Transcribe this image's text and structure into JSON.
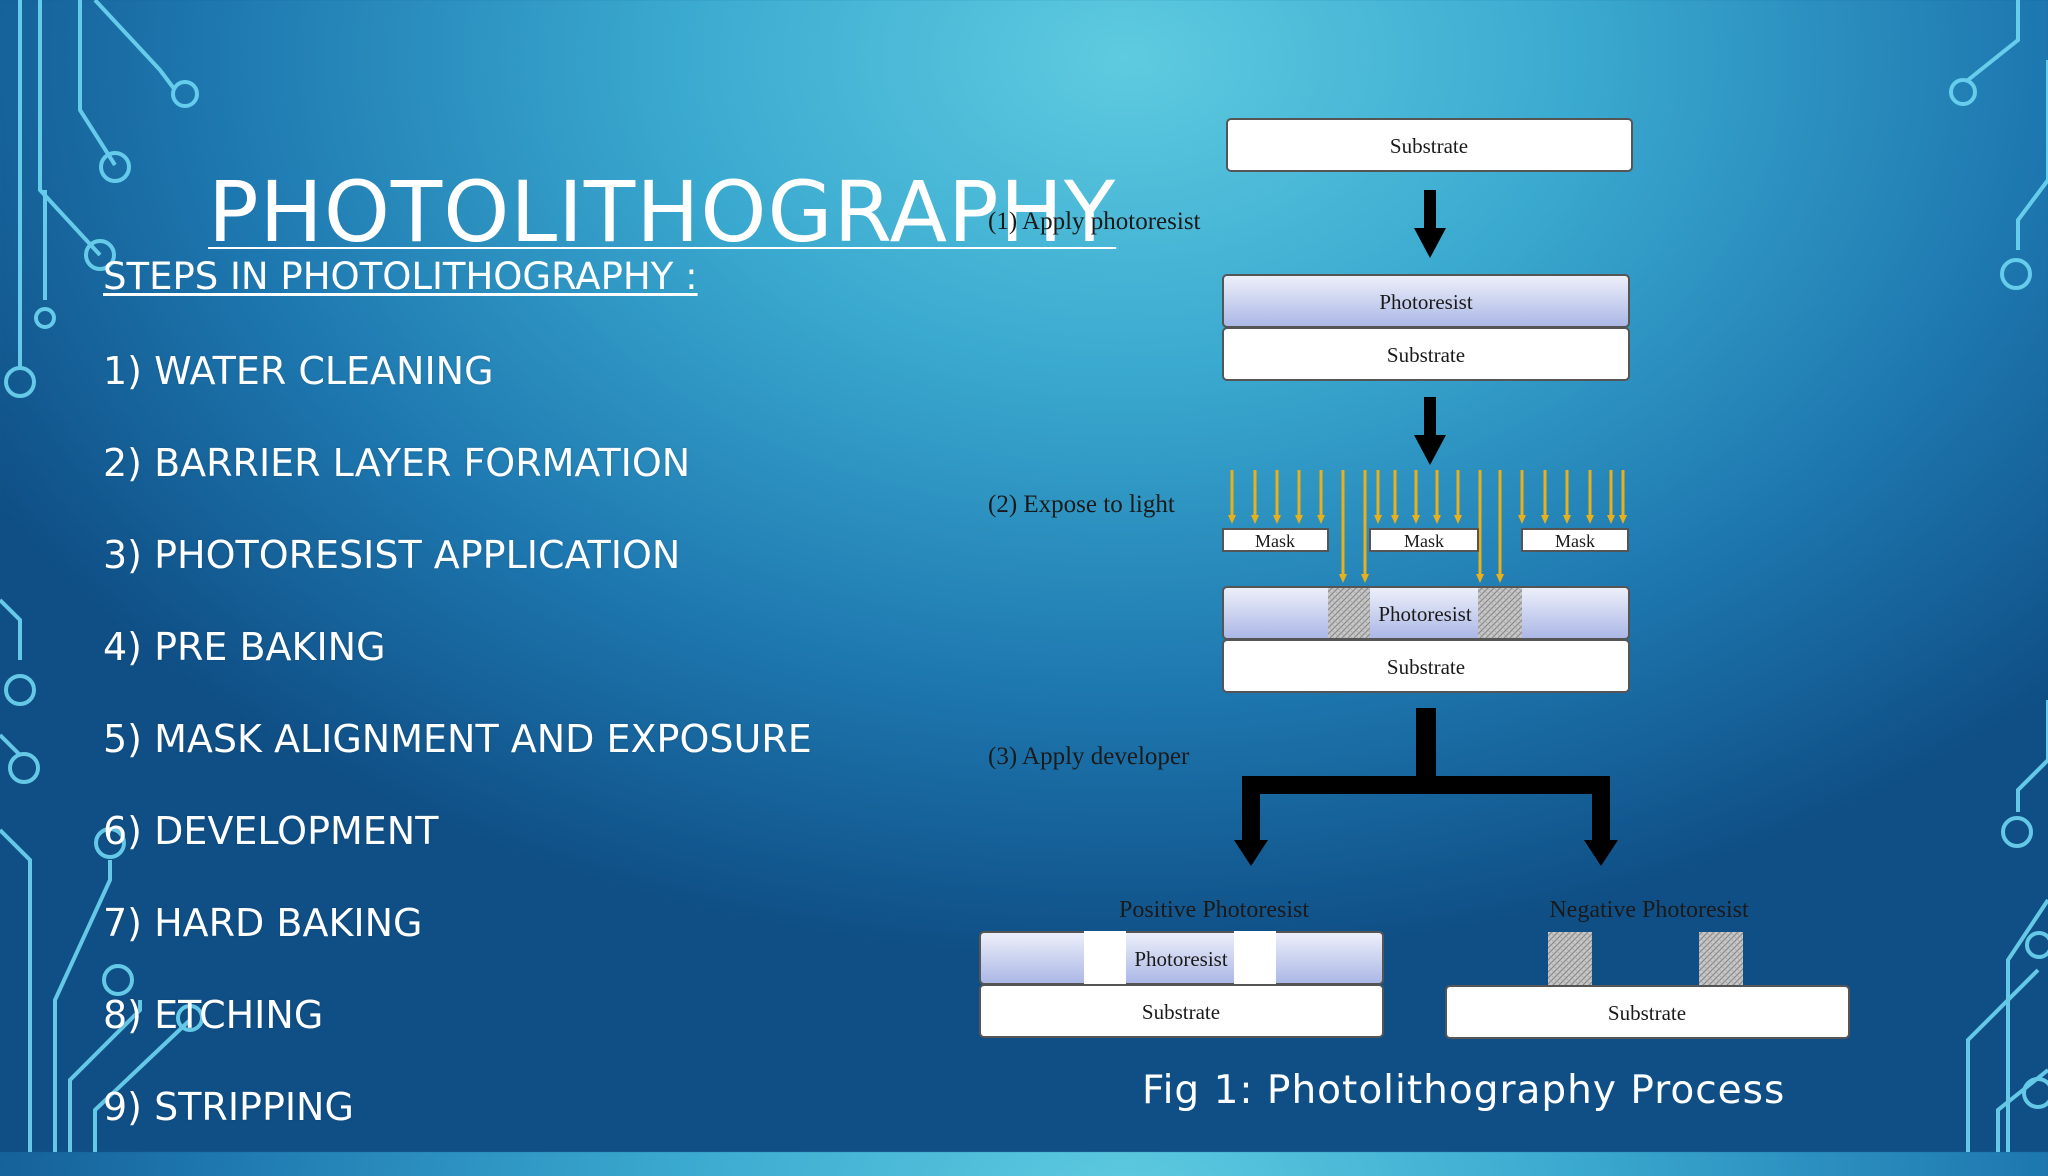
{
  "slide": {
    "title": "PHOTOLITHOGRAPHY",
    "subtitle": "STEPS IN PHOTOLITHOGRAPHY :",
    "steps": [
      "1)  WATER CLEANING",
      "2) BARRIER LAYER FORMATION",
      "3) PHOTORESIST APPLICATION",
      "4) PRE BAKING",
      "5) MASK ALIGNMENT AND EXPOSURE",
      "6) DEVELOPMENT",
      "7) HARD BAKING",
      "8) ETCHING",
      "9) STRIPPING"
    ],
    "caption": "Fig 1: Photolithography Process"
  },
  "diagram": {
    "labels": {
      "substrate": "Substrate",
      "photoresist": "Photoresist",
      "mask": "Mask",
      "step1": "(1) Apply photoresist",
      "step2": "(2) Expose to light",
      "step3": "(3) Apply developer",
      "positive": "Positive Photoresist",
      "negative": "Negative Photoresist"
    }
  },
  "colors": {
    "resist_top": "#eef0fa",
    "resist_bottom": "#aab7e6",
    "light_arrows": "#e8b01a",
    "exposed_hatch": "#bdbdbd"
  }
}
